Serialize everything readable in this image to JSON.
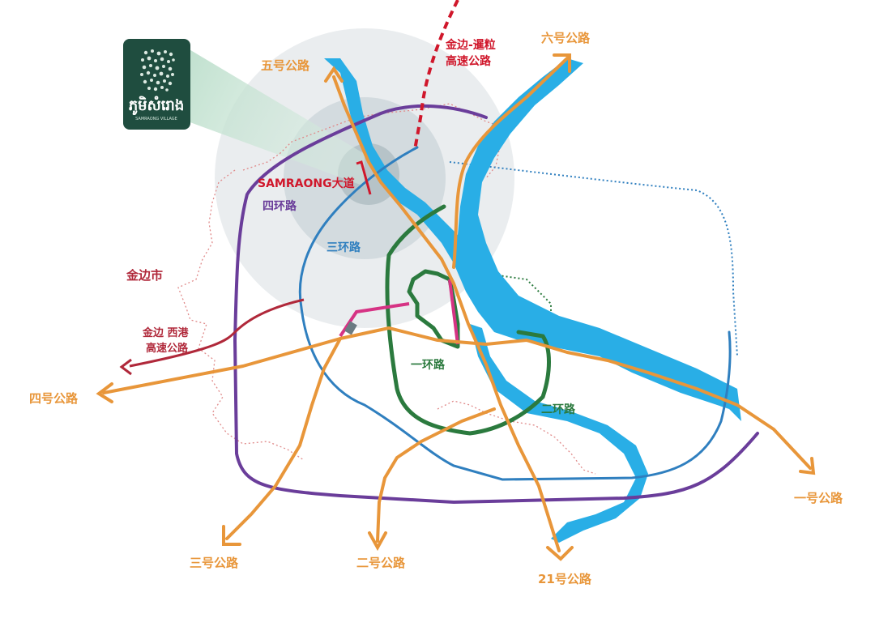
{
  "logo": {
    "khmer_text": "ភូមិសំរោង",
    "sub_text": "SAMRAONG VILLAGE",
    "bg_color": "#1f4d3f"
  },
  "colors": {
    "national_road": "#e8963a",
    "river": "#29aee6",
    "ring4": "#6a3d9a",
    "ring3": "#2f7fbf",
    "ring2": "#2b7a3e",
    "connector": "#d63384",
    "expressway_red": "#d0172b",
    "expressway_maroon": "#b0283a",
    "boundary": "#e08a8a"
  },
  "labels": {
    "road5": "五号公路",
    "road6": "六号公路",
    "expressway_line1": "金边-暹粒",
    "expressway_line2": "高速公路",
    "samraong_avenue": "SAMRAONG大道",
    "ring4": "四环路",
    "ring3": "三环路",
    "ring1": "一环路",
    "ring2": "二环路",
    "phnom_penh_city": "金边市",
    "west_port_line1": "金边 西港",
    "west_port_line2": "高速公路",
    "road4": "四号公路",
    "road3": "三号公路",
    "road2": "二号公路",
    "road21": "21号公路",
    "road1": "一号公路"
  }
}
